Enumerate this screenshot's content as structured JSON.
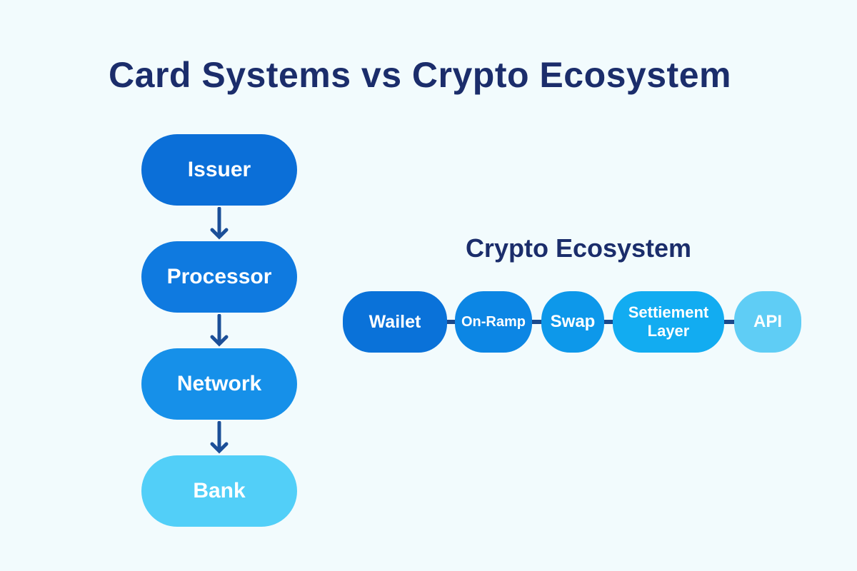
{
  "title": "Card Systems vs Crypto Ecosystem",
  "card_flow": {
    "nodes": [
      {
        "label": "Issuer",
        "color": "#0b6fd8"
      },
      {
        "label": "Processor",
        "color": "#0f7ae0"
      },
      {
        "label": "Network",
        "color": "#1690e9"
      },
      {
        "label": "Bank",
        "color": "#52cff8"
      }
    ],
    "arrow_color": "#1b4f98"
  },
  "crypto": {
    "heading": "Crypto Ecosystem",
    "nodes": [
      {
        "label": "Wailet",
        "color": "#0a72d9"
      },
      {
        "label": "On-Ramp",
        "color": "#0c86e4"
      },
      {
        "label": "Swap",
        "color": "#0d98ea"
      },
      {
        "label": "Settiement Layer",
        "color": "#12acf1"
      },
      {
        "label": "API",
        "color": "#5fcdf5"
      }
    ]
  }
}
